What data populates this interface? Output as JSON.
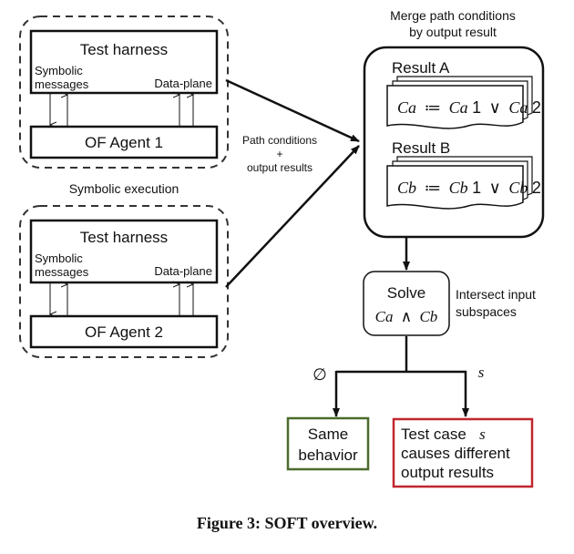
{
  "top_cluster": {
    "harness_title": "Test harness",
    "symbolic_label_line1": "Symbolic",
    "symbolic_label_line2": "messages",
    "dataplane_label": "Data-plane",
    "agent_label": "OF Agent 1"
  },
  "symbolic_execution_label": "Symbolic execution",
  "bottom_cluster": {
    "harness_title": "Test harness",
    "symbolic_label_line1": "Symbolic",
    "symbolic_label_line2": "messages",
    "dataplane_label": "Data-plane",
    "agent_label": "OF Agent 2"
  },
  "middle_label": {
    "line1": "Path conditions",
    "line2": "+",
    "line3": "output results"
  },
  "merge": {
    "title_line1": "Merge path conditions",
    "title_line2": "by output result",
    "result_a": {
      "label": "Result A",
      "lhs": "Ca",
      "op": "≔",
      "t1": "Ca",
      "t1_sub": "1",
      "or": "∨",
      "t2": "Ca",
      "t2_sub": "2"
    },
    "result_b": {
      "label": "Result B",
      "lhs": "Cb",
      "op": "≔",
      "t1": "Cb",
      "t1_sub": "1",
      "or": "∨",
      "t2": "Cb",
      "t2_sub": "2"
    }
  },
  "solve": {
    "label": "Solve",
    "lhs": "Ca",
    "and": "∧",
    "rhs": "Cb",
    "side_line1": "Intersect input",
    "side_line2": "subspaces"
  },
  "branches": {
    "empty_label": "∅",
    "s_label": "s"
  },
  "same": {
    "line1": "Same",
    "line2": "behavior",
    "border_color": "#4a6b2a"
  },
  "different": {
    "line1": "Test case",
    "s": "s",
    "line2": "causes different",
    "line3": "output results",
    "border_color": "#c0272d"
  },
  "caption": "Figure 3: SOFT overview."
}
